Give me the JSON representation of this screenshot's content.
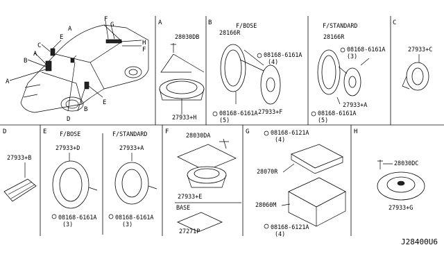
{
  "overview": {
    "callouts": [
      "A",
      "B",
      "C",
      "D",
      "E",
      "F",
      "G",
      "H"
    ]
  },
  "sections": {
    "a": {
      "letter": "A",
      "bolt": "28030DB",
      "speaker": "27933+H"
    },
    "b": {
      "letter": "B",
      "title": "F/BOSE",
      "bracket": "28166R",
      "screw_top": "08168-6161A",
      "screw_top_qty": "(4)",
      "screw_bottom": "08168-6161A",
      "screw_bottom_qty": "(5)",
      "speaker": "27933+F"
    },
    "b2": {
      "title": "F/STANDARD",
      "bracket": "28166R",
      "screw_top": "08168-6161A",
      "screw_top_qty": "(3)",
      "screw_bottom": "08168-6161A",
      "screw_bottom_qty": "(5)",
      "speaker": "27933+A"
    },
    "c": {
      "letter": "C",
      "speaker": "27933+C"
    },
    "d": {
      "letter": "D",
      "speaker": "27933+B"
    },
    "e": {
      "letter": "E",
      "title": "F/BOSE",
      "speaker": "27933+D",
      "screw": "08168-6161A",
      "screw_qty": "(3)"
    },
    "e2": {
      "title": "F/STANDARD",
      "speaker": "27933+A",
      "screw": "08168-6161A",
      "screw_qty": "(3)"
    },
    "f": {
      "letter": "F",
      "bolt": "28030DA",
      "speaker": "27933+E",
      "base_title": "BASE",
      "pad": "27271P"
    },
    "g": {
      "letter": "G",
      "screw_top": "08168-6121A",
      "screw_top_qty": "(4)",
      "bracket": "28070R",
      "amp": "28060M",
      "screw_bottom": "08168-6121A",
      "screw_bottom_qty": "(4)"
    },
    "h": {
      "letter": "H",
      "bolt": "28030DC",
      "speaker": "27933+G"
    }
  },
  "diagram_code": "J28400U6"
}
